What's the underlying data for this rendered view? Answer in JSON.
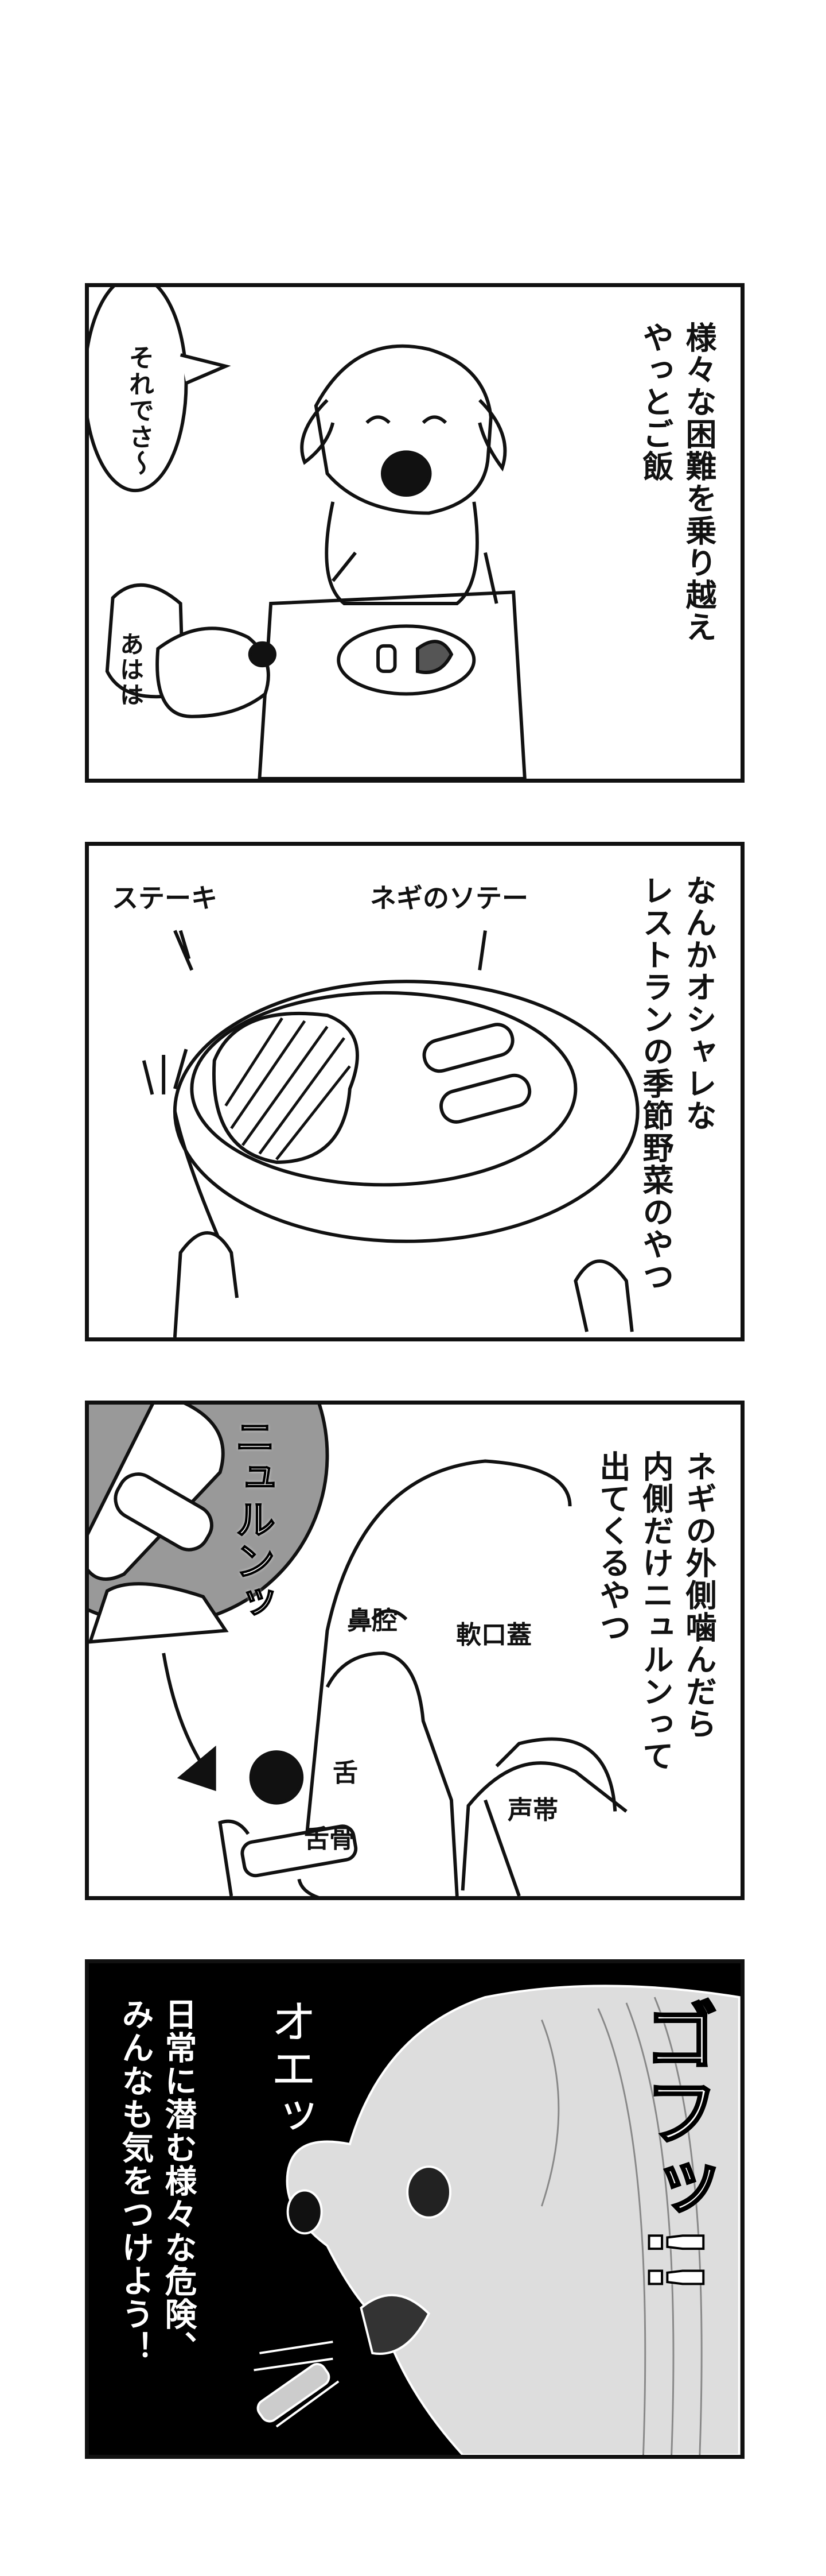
{
  "panels": [
    {
      "narration": [
        "様々な困難を乗り越え",
        "やっとご飯"
      ],
      "speech_1": "それでさ〜",
      "speech_2": "あはは"
    },
    {
      "narration": [
        "なんかオシャレな",
        "レストランの季節野菜のやつ"
      ],
      "label_steak": "ステーキ",
      "label_negi": "ネギのソテー"
    },
    {
      "narration": [
        "ネギの外側噛んだら",
        "内側だけニュルンって",
        "出てくるやつ"
      ],
      "sfx": "ニュルンッ",
      "labels": {
        "nasal_cavity": "鼻腔",
        "soft_palate": "軟口蓋",
        "tongue": "舌",
        "hyoid": "舌骨",
        "vocal_cords": "声帯"
      }
    },
    {
      "narration": [
        "日常に潜む様々な危険、",
        "みんなも気をつけよう！"
      ],
      "sfx_1": "オエッ",
      "sfx_2": "ゴフッ!!"
    }
  ]
}
